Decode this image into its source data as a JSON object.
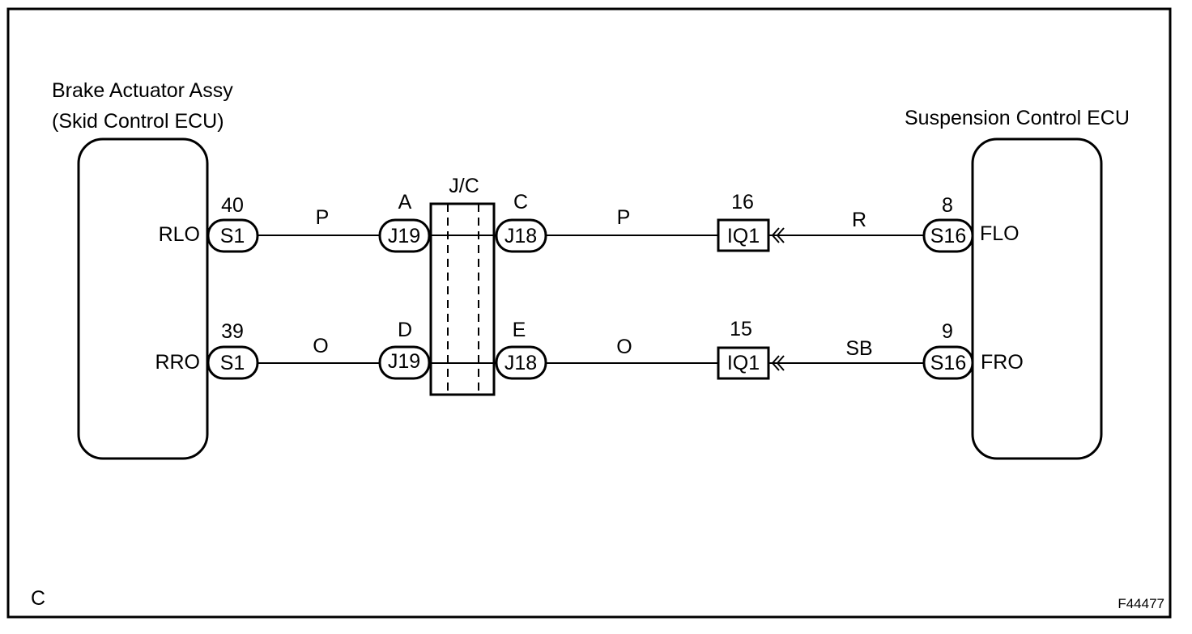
{
  "components": {
    "left_ecu": {
      "line1": "Brake Actuator Assy",
      "line2": "(Skid Control ECU)"
    },
    "right_ecu": {
      "name": "Suspension Control ECU"
    },
    "junction": {
      "label": "J/C"
    }
  },
  "circuits": [
    {
      "left_terminal": "RLO",
      "left_pin": "40",
      "left_connector": "S1",
      "wire_left": "P",
      "jc_in_terminal": "A",
      "jc_in_connector": "J19",
      "jc_out_terminal": "C",
      "jc_out_connector": "J18",
      "wire_mid": "P",
      "inline_pin": "16",
      "inline_connector": "IQ1",
      "wire_right": "R",
      "right_pin": "8",
      "right_connector": "S16",
      "right_terminal": "FLO"
    },
    {
      "left_terminal": "RRO",
      "left_pin": "39",
      "left_connector": "S1",
      "wire_left": "O",
      "jc_in_terminal": "D",
      "jc_in_connector": "J19",
      "jc_out_terminal": "E",
      "jc_out_connector": "J18",
      "wire_mid": "O",
      "inline_pin": "15",
      "inline_connector": "IQ1",
      "wire_right": "SB",
      "right_pin": "9",
      "right_connector": "S16",
      "right_terminal": "FRO"
    }
  ],
  "footer": {
    "corner_label": "C",
    "figure_id": "F44477"
  }
}
